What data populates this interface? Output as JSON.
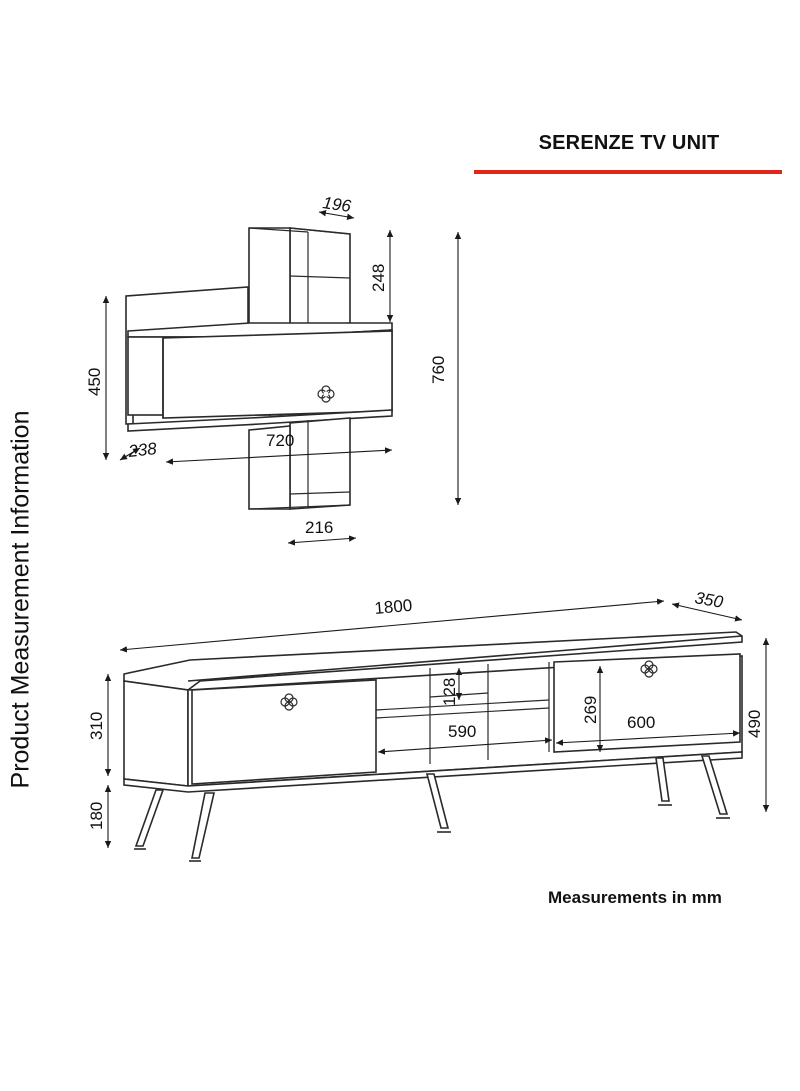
{
  "title": "SERENZE TV UNIT",
  "side_label": "Product Measurement Information",
  "units_note": "Measurements in mm",
  "colors": {
    "accent": "#e02719",
    "line": "#2a2a2a"
  },
  "wall_shelf": {
    "top_box_width": "196",
    "top_box_height": "248",
    "total_height": "760",
    "cabinet_height": "450",
    "depth": "238",
    "width": "720",
    "bottom_box_width": "216"
  },
  "tv_unit": {
    "width": "1800",
    "depth": "350",
    "body_height": "310",
    "leg_height": "180",
    "total_height": "490",
    "shelf_gap": "128",
    "compartment_height": "269",
    "middle_width": "590",
    "right_width": "600"
  }
}
